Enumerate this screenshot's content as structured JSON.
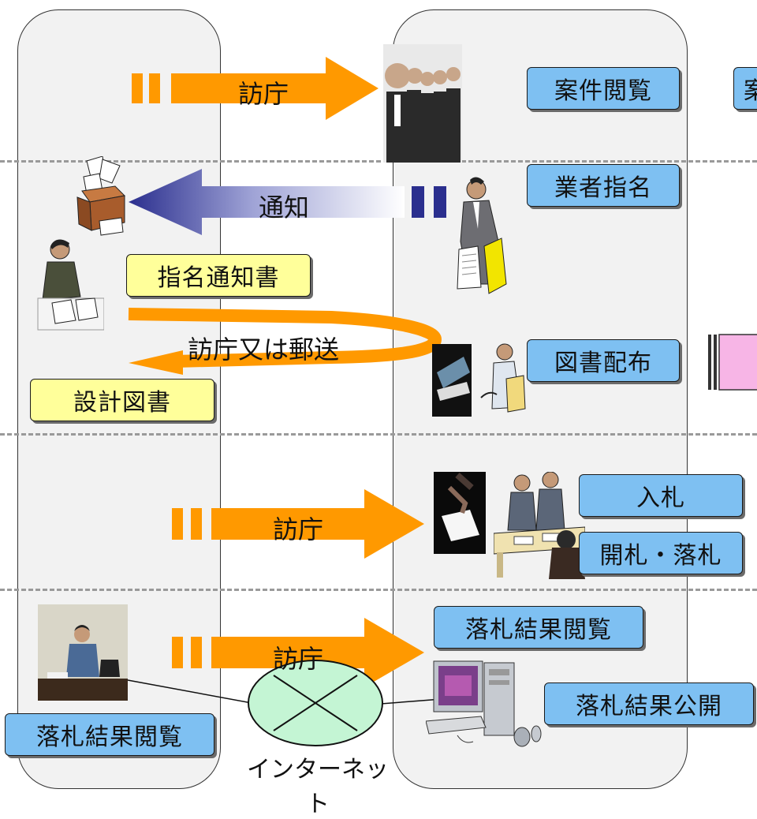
{
  "arrows": {
    "visit_1": "訪庁",
    "notify": "通知",
    "visit_or_mail": "訪庁又は郵送",
    "visit_2": "訪庁",
    "visit_3": "訪庁"
  },
  "labels": {
    "case_browse": "案件閲覧",
    "case_browse_cut": "案",
    "vendor_designation": "業者指名",
    "designation_notice": "指名通知書",
    "document_distribution": "図書配布",
    "design_documents": "設計図書",
    "bid": "入札",
    "opening_award": "開札・落札",
    "award_result_browse_right": "落札結果閲覧",
    "award_result_publish": "落札結果公開",
    "award_result_browse_left": "落札結果閲覧"
  },
  "network": {
    "label": "インターネット"
  },
  "colors": {
    "orange": "#ff9900",
    "navy": "#2b2f8e",
    "label_blue": "#7ec0f2",
    "label_yellow": "#ffff9a",
    "network_fill": "#c4f5d4"
  },
  "icons": [
    "business-people-photo",
    "mailbox-icon",
    "businessman-with-document-icon",
    "man-at-desk-icon",
    "handshake-icon",
    "signing-photo",
    "bid-meeting-icon",
    "man-at-laptop-photo",
    "desktop-computer-icon"
  ]
}
